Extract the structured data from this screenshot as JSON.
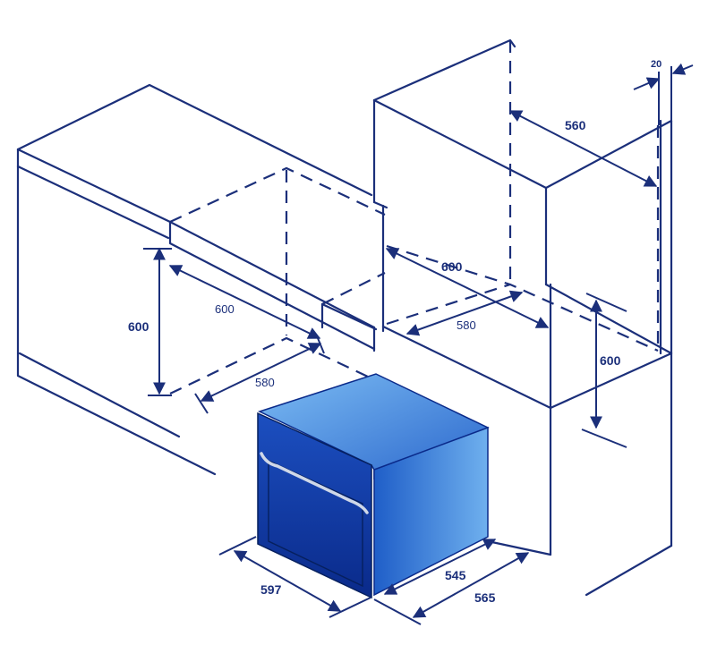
{
  "dimensions": {
    "left_cabinet": {
      "niche_height": "600",
      "niche_width": "600",
      "niche_depth": "580"
    },
    "tall_cabinet": {
      "clearance": "20",
      "inner_depth": "560",
      "niche_width": "600",
      "niche_depth": "580",
      "niche_height": "600"
    },
    "oven": {
      "front_width": "597",
      "body_depth": "545",
      "total_depth": "565"
    }
  },
  "colors": {
    "line": "#1b2f7a",
    "oven_light": "#4f9ee8",
    "oven_mid": "#1f5ec8",
    "oven_dark": "#0a2a8a"
  }
}
